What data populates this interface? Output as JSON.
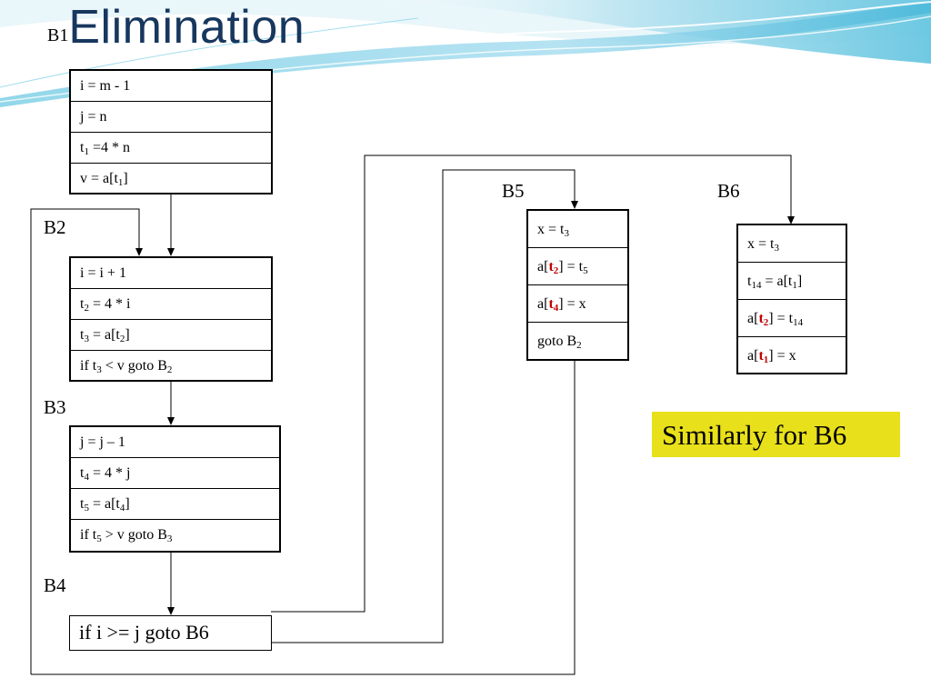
{
  "title": {
    "prefix": "B1",
    "main": "Elimination"
  },
  "labels": {
    "b2": "B2",
    "b3": "B3",
    "b4": "B4",
    "b5": "B5",
    "b6": "B6"
  },
  "blocks": {
    "b1": [
      {
        "parts": [
          "i = m - 1"
        ]
      },
      {
        "parts": [
          "j = n"
        ]
      },
      {
        "parts": [
          "t",
          {
            "sub": "1"
          },
          " =4 *  n"
        ]
      },
      {
        "parts": [
          "v = a[t",
          {
            "sub": "1"
          },
          "]"
        ]
      }
    ],
    "b2": [
      {
        "parts": [
          "i = i  + 1"
        ]
      },
      {
        "parts": [
          "t",
          {
            "sub": "2"
          },
          " = 4 * i"
        ]
      },
      {
        "parts": [
          "t",
          {
            "sub": "3"
          },
          " = a[t",
          {
            "sub": "2"
          },
          "]"
        ]
      },
      {
        "parts": [
          "if t",
          {
            "sub": "3"
          },
          " < v goto B",
          {
            "sub": "2"
          }
        ]
      }
    ],
    "b3": [
      {
        "parts": [
          "j = j – 1"
        ]
      },
      {
        "parts": [
          "t",
          {
            "sub": "4"
          },
          " = 4 *  j"
        ]
      },
      {
        "parts": [
          "t",
          {
            "sub": "5"
          },
          " = a[t",
          {
            "sub": "4"
          },
          "]"
        ]
      },
      {
        "parts": [
          "if t",
          {
            "sub": "5"
          },
          " > v goto B",
          {
            "sub": "3"
          }
        ]
      }
    ],
    "b4": "if i >= j goto B6",
    "b5": [
      {
        "parts": [
          "x = t",
          {
            "sub": "3"
          }
        ]
      },
      {
        "parts": [
          "a[",
          {
            "hl": "t",
            "hlsub": "2"
          },
          "] = t",
          {
            "sub": "5"
          }
        ]
      },
      {
        "parts": [
          "a[",
          {
            "hl": "t",
            "hlsub": "4"
          },
          "] = x"
        ]
      },
      {
        "parts": [
          "goto B",
          {
            "sub": "2"
          }
        ]
      }
    ],
    "b6": [
      {
        "parts": [
          "x = t",
          {
            "sub": "3"
          }
        ]
      },
      {
        "parts": [
          "t",
          {
            "sub": "14"
          },
          " = a[t",
          {
            "sub": "1"
          },
          "]"
        ]
      },
      {
        "parts": [
          "a[",
          {
            "hl": "t",
            "hlsub": "2"
          },
          "] = t",
          {
            "sub": "14"
          }
        ]
      },
      {
        "parts": [
          "a[",
          {
            "hl": "t",
            "hlsub": "1"
          },
          "] = x"
        ]
      }
    ]
  },
  "note": "Similarly for B6",
  "colors": {
    "title": "#17375e",
    "highlight": "#c00000",
    "note_bg": "#e8e01a"
  }
}
